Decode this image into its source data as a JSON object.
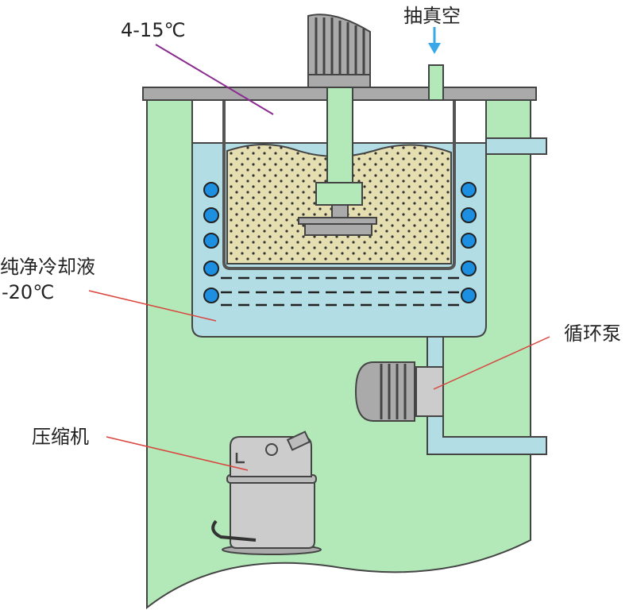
{
  "labels": {
    "vacuum": "抽真空",
    "process_temp": "4-15℃",
    "coolant_line1": "纯净冷却液",
    "coolant_line2": "-20℃",
    "pump": "循环泵",
    "compressor": "压缩机"
  },
  "colors": {
    "cabinet_green": "#b3e8b9",
    "coolant_blue": "#b2dde5",
    "product_beige": "#e4deb0",
    "outline": "#444444",
    "lid_gray": "#aaaaaa",
    "coil_blue": "#1d8fe0",
    "vacuum_arrow": "#3aa8e8",
    "pointer_purple": "#8a2b90",
    "pointer_red": "#d9443c"
  }
}
